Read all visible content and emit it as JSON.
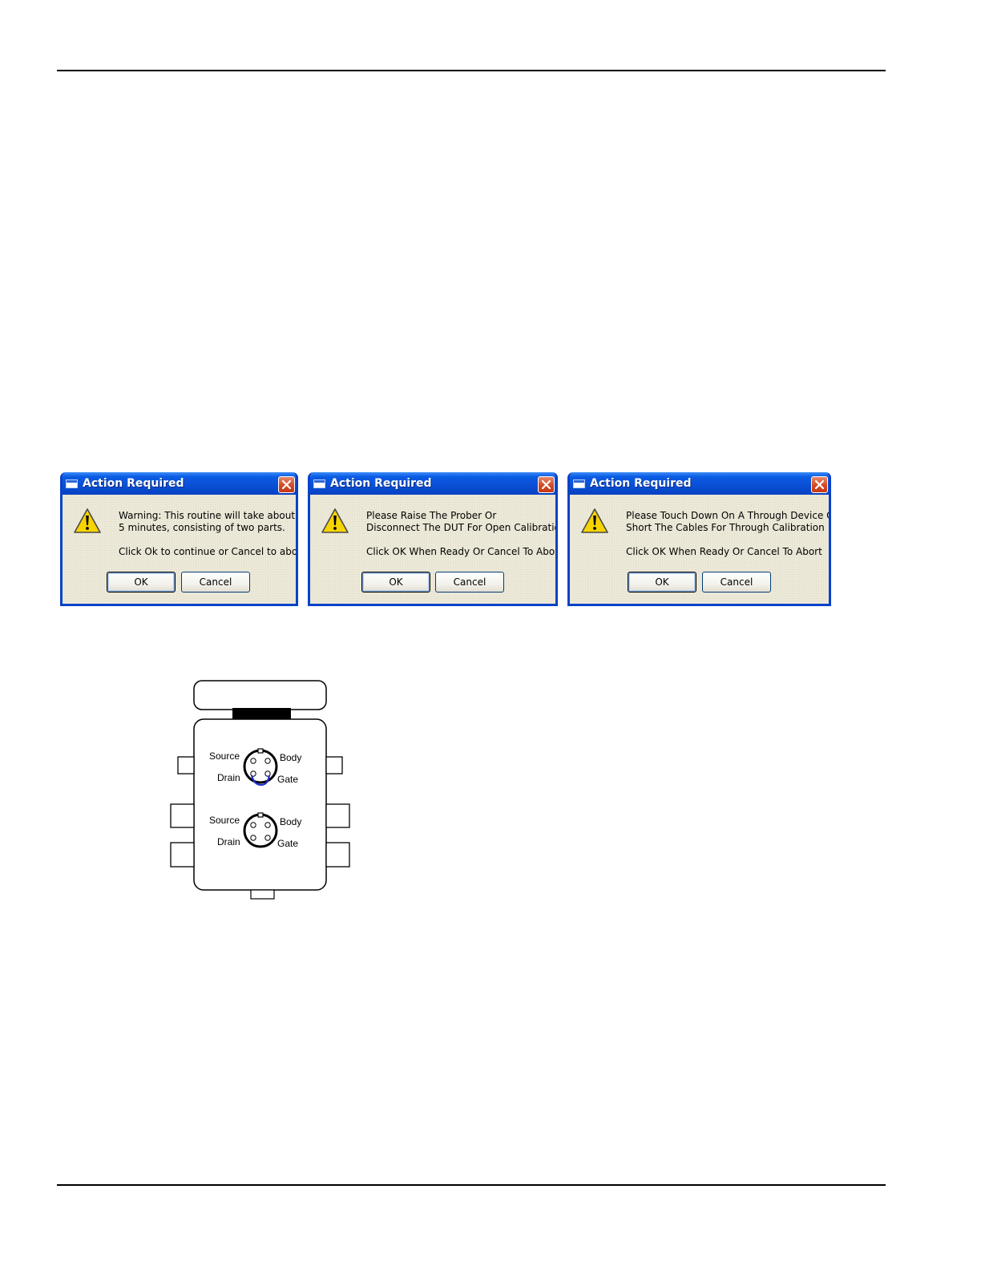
{
  "dialogs": [
    {
      "title": "Action Required",
      "lines": [
        "Warning: This routine will take about",
        "5 minutes, consisting of two parts."
      ],
      "footer": "Click Ok to continue or Cancel to abort",
      "ok_label": "OK",
      "cancel_label": "Cancel"
    },
    {
      "title": "Action Required",
      "lines": [
        "Please Raise The Prober Or",
        "Disconnect The DUT For Open Calibration"
      ],
      "footer": "Click OK When Ready Or Cancel To Abort",
      "ok_label": "OK",
      "cancel_label": "Cancel"
    },
    {
      "title": "Action Required",
      "lines": [
        "Please Touch Down On A Through Device Or",
        "Short The Cables For Through Calibration"
      ],
      "footer": "Click OK When Ready Or Cancel To Abort",
      "ok_label": "OK",
      "cancel_label": "Cancel"
    }
  ],
  "connector_diagram": {
    "top_connector": {
      "source": "Source",
      "body": "Body",
      "drain": "Drain",
      "gate": "Gate"
    },
    "bottom_connector": {
      "source": "Source",
      "body": "Body",
      "drain": "Drain",
      "gate": "Gate"
    },
    "jumper_color": "#1f2fd0"
  },
  "colors": {
    "dialog_border": "#0842c9",
    "dialog_face": "#ece9d8",
    "close_button": "#d34a24",
    "warning_fill": "#f6d400"
  }
}
